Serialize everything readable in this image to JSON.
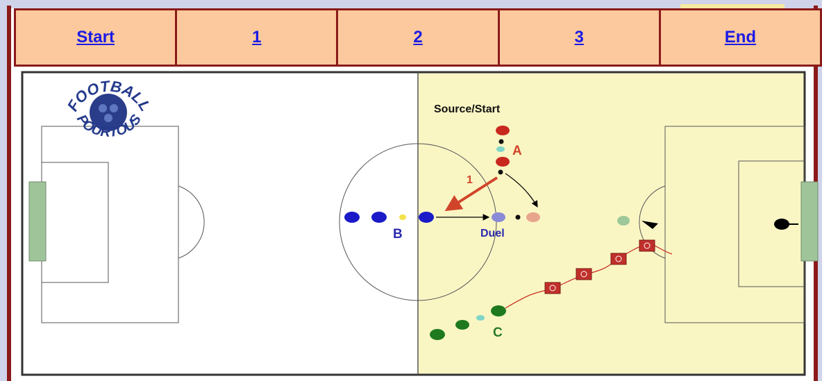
{
  "nav": {
    "items": [
      {
        "label": "Start"
      },
      {
        "label": "1"
      },
      {
        "label": "2"
      },
      {
        "label": "3"
      },
      {
        "label": "End"
      }
    ]
  },
  "diagram": {
    "logo_text_top": "FOOTBALL",
    "logo_text_bottom": "POURTOUS",
    "source_label": "Source/Start",
    "label_a": "A",
    "label_b": "B",
    "label_c": "C",
    "duel_label": "Duel",
    "arrow_number": "1"
  },
  "colors": {
    "nav_bg": "#fbc99d",
    "nav_border": "#8b1a1a",
    "link": "#1a1ae6",
    "pitch_half": "#faf6c4",
    "frame": "#cfd4ea"
  }
}
